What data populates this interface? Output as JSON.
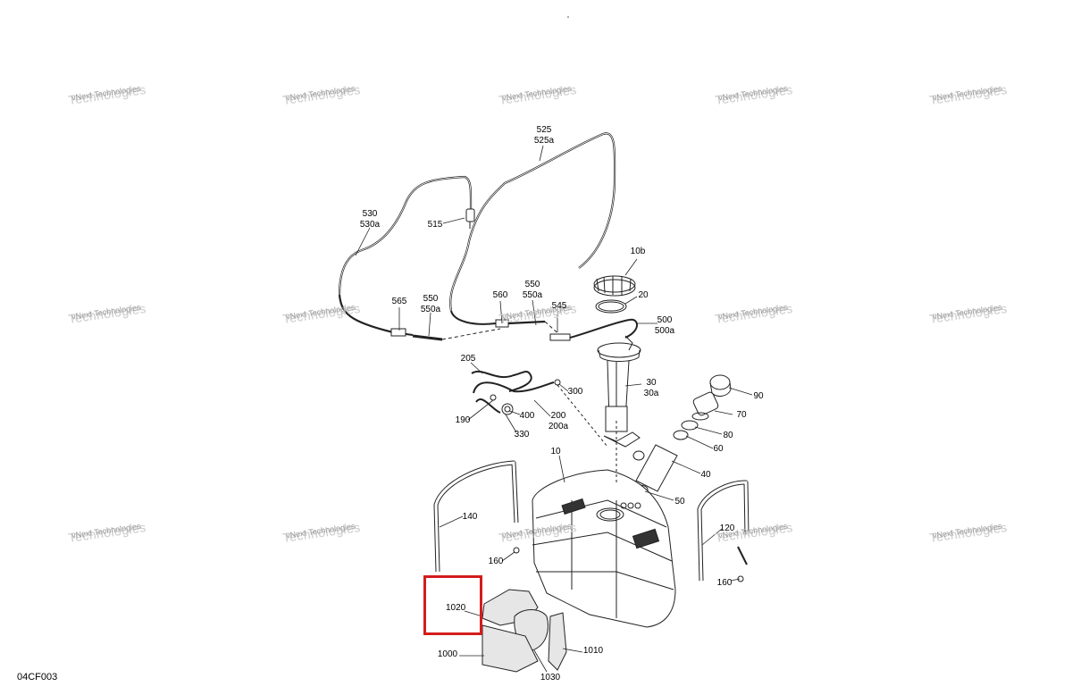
{
  "diagram_code": "04CF003",
  "watermark": {
    "line1": "vNext Technologies",
    "line2": "Technologies"
  },
  "highlight": {
    "part": "1020",
    "color": "#d41c1c"
  },
  "callouts": [
    {
      "id": "525",
      "text": "525\n525a"
    },
    {
      "id": "530",
      "text": "530\n530a"
    },
    {
      "id": "515",
      "text": "515"
    },
    {
      "id": "10b",
      "text": "10b"
    },
    {
      "id": "20",
      "text": "20"
    },
    {
      "id": "565",
      "text": "565"
    },
    {
      "id": "550l",
      "text": "550\n550a"
    },
    {
      "id": "560",
      "text": "560"
    },
    {
      "id": "550r",
      "text": "550\n550a"
    },
    {
      "id": "545",
      "text": "545"
    },
    {
      "id": "500",
      "text": "500\n500a"
    },
    {
      "id": "205",
      "text": "205"
    },
    {
      "id": "300",
      "text": "300"
    },
    {
      "id": "30",
      "text": "30\n30a"
    },
    {
      "id": "90",
      "text": "90"
    },
    {
      "id": "190",
      "text": "190"
    },
    {
      "id": "400",
      "text": "400"
    },
    {
      "id": "200",
      "text": "200\n200a"
    },
    {
      "id": "330",
      "text": "330"
    },
    {
      "id": "70",
      "text": "70"
    },
    {
      "id": "80",
      "text": "80"
    },
    {
      "id": "60",
      "text": "60"
    },
    {
      "id": "10",
      "text": "10"
    },
    {
      "id": "40",
      "text": "40"
    },
    {
      "id": "50",
      "text": "50"
    },
    {
      "id": "140",
      "text": "140"
    },
    {
      "id": "120",
      "text": "120"
    },
    {
      "id": "160l",
      "text": "160"
    },
    {
      "id": "160r",
      "text": "160"
    },
    {
      "id": "1000",
      "text": "1000"
    },
    {
      "id": "1010",
      "text": "1010"
    },
    {
      "id": "1030",
      "text": "1030"
    }
  ]
}
